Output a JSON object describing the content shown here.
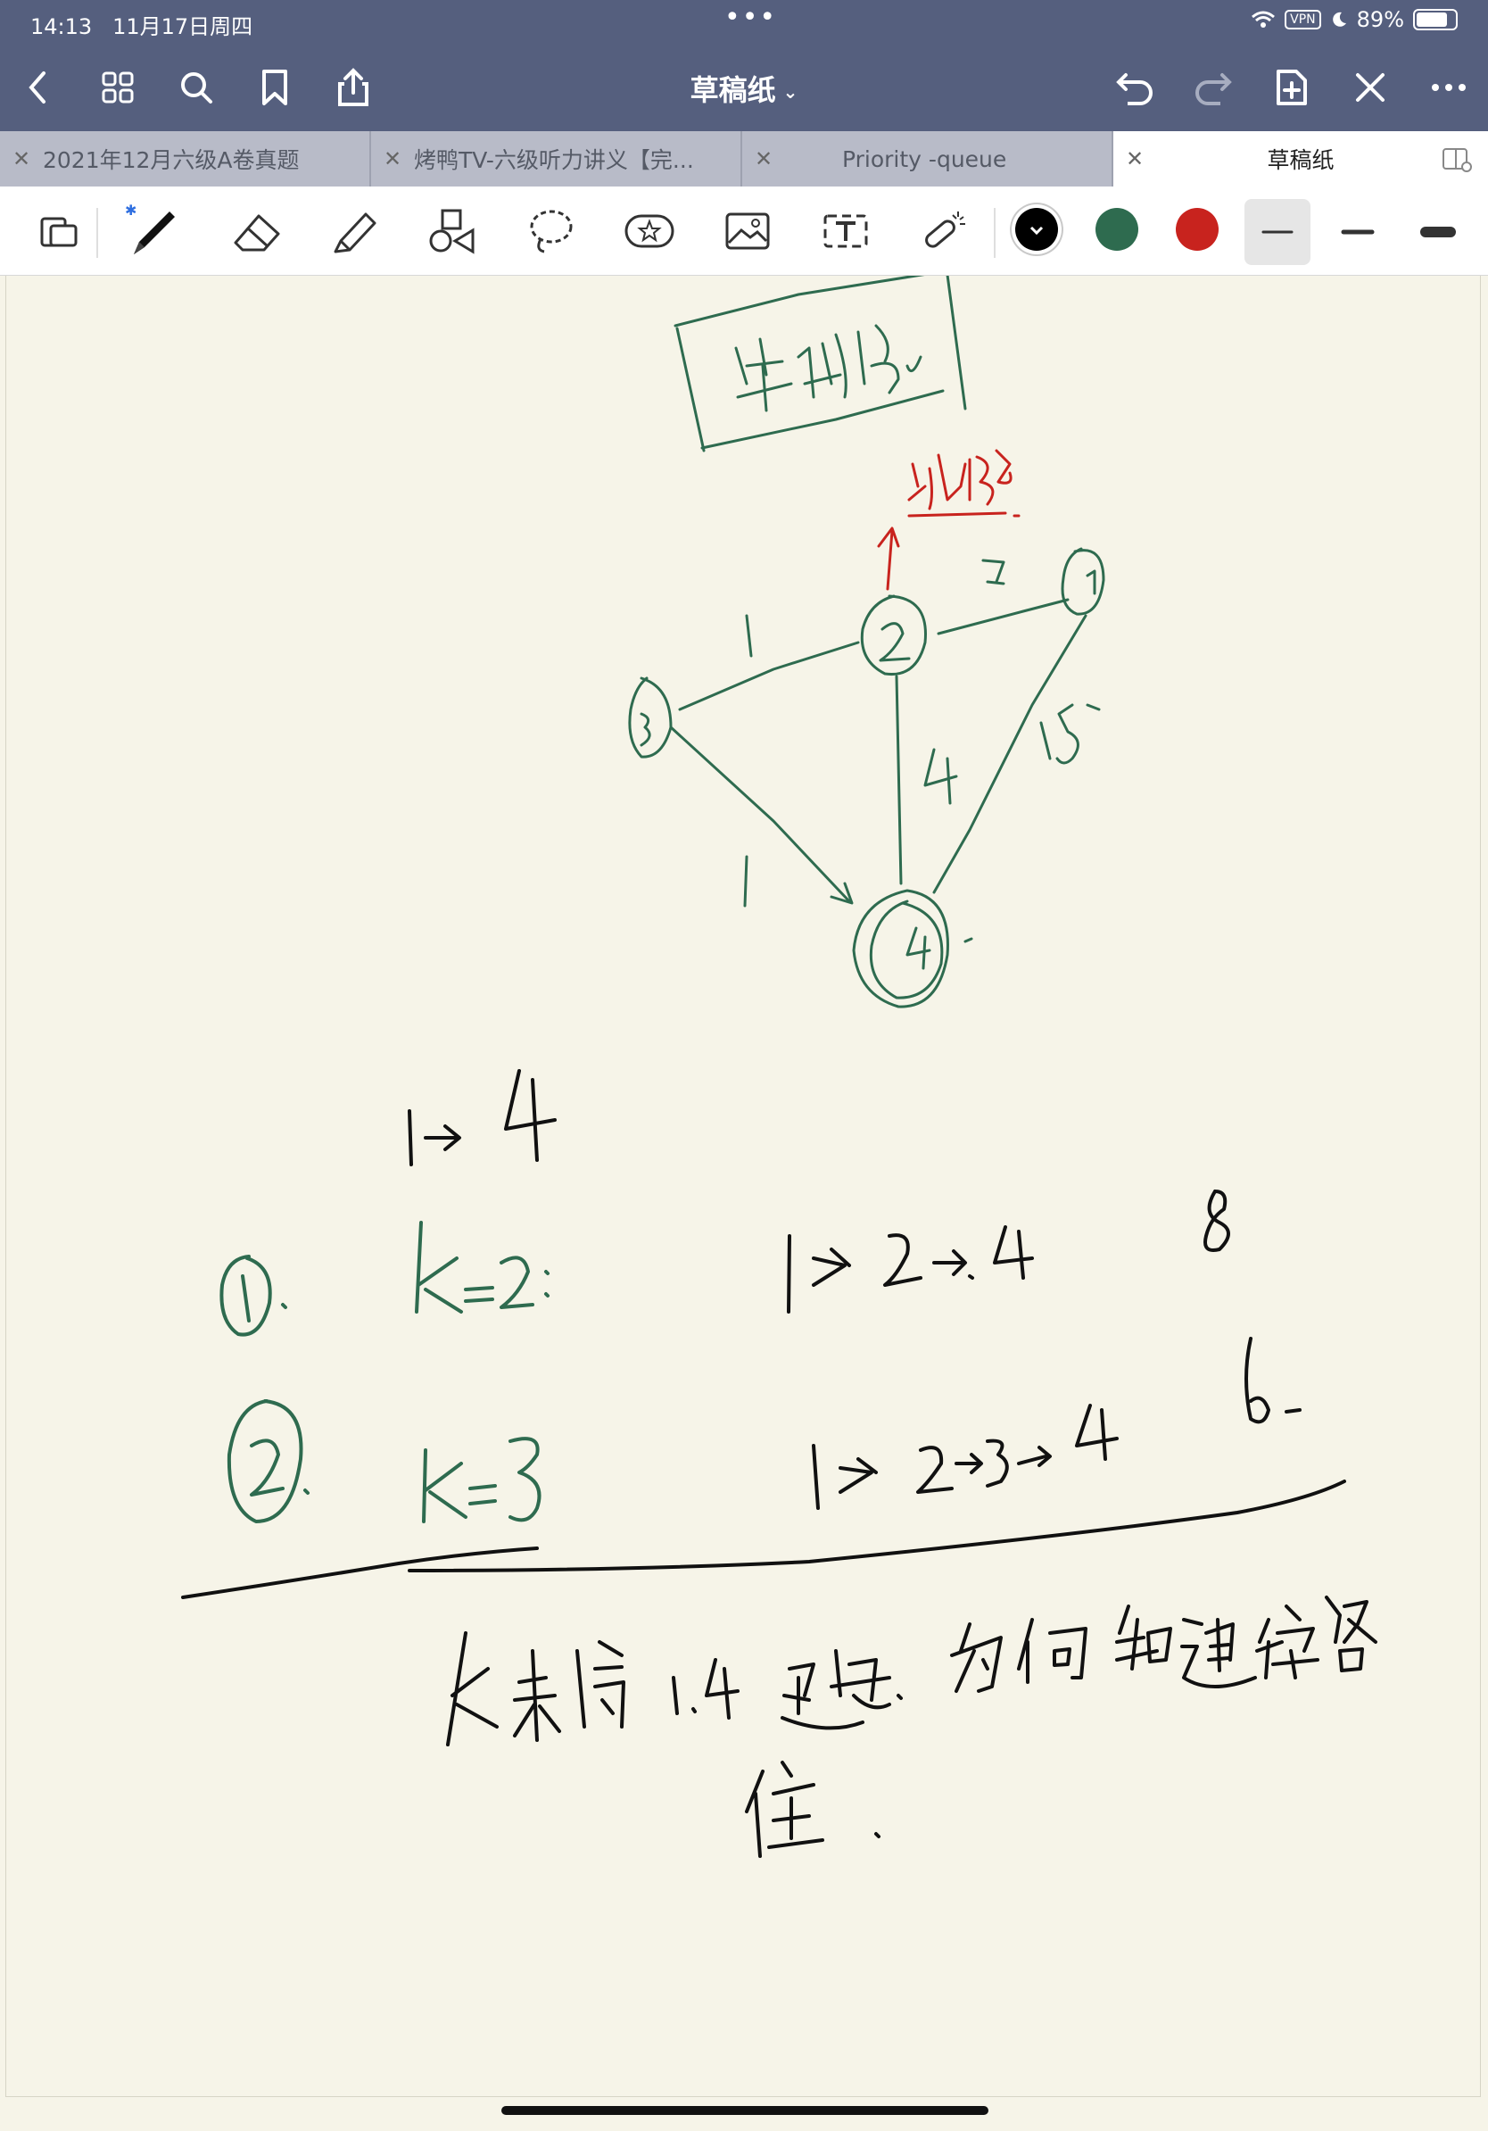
{
  "status_bar": {
    "time": "14:13",
    "date": "11月17日周四",
    "vpn": "VPN",
    "battery_text": "89%",
    "battery_level": 0.89
  },
  "nav": {
    "title": "草稿纸"
  },
  "tabs": [
    {
      "label": "2021年12月六级A卷真题"
    },
    {
      "label": "烤鸭TV-六级听力讲义【完..."
    },
    {
      "label": "Priority -queue"
    },
    {
      "label": "草稿纸"
    }
  ],
  "toolbar": {
    "colors": [
      "#000000",
      "#2e6b4f",
      "#c8231e"
    ],
    "selected_color": "#000000",
    "selected_thickness": "thin"
  },
  "colors": {
    "nav_bg": "#555f7e",
    "paper": "#f6f4e8",
    "green_ink": "#2e6b4f",
    "red_ink": "#c8231e",
    "black_ink": "#111111"
  }
}
